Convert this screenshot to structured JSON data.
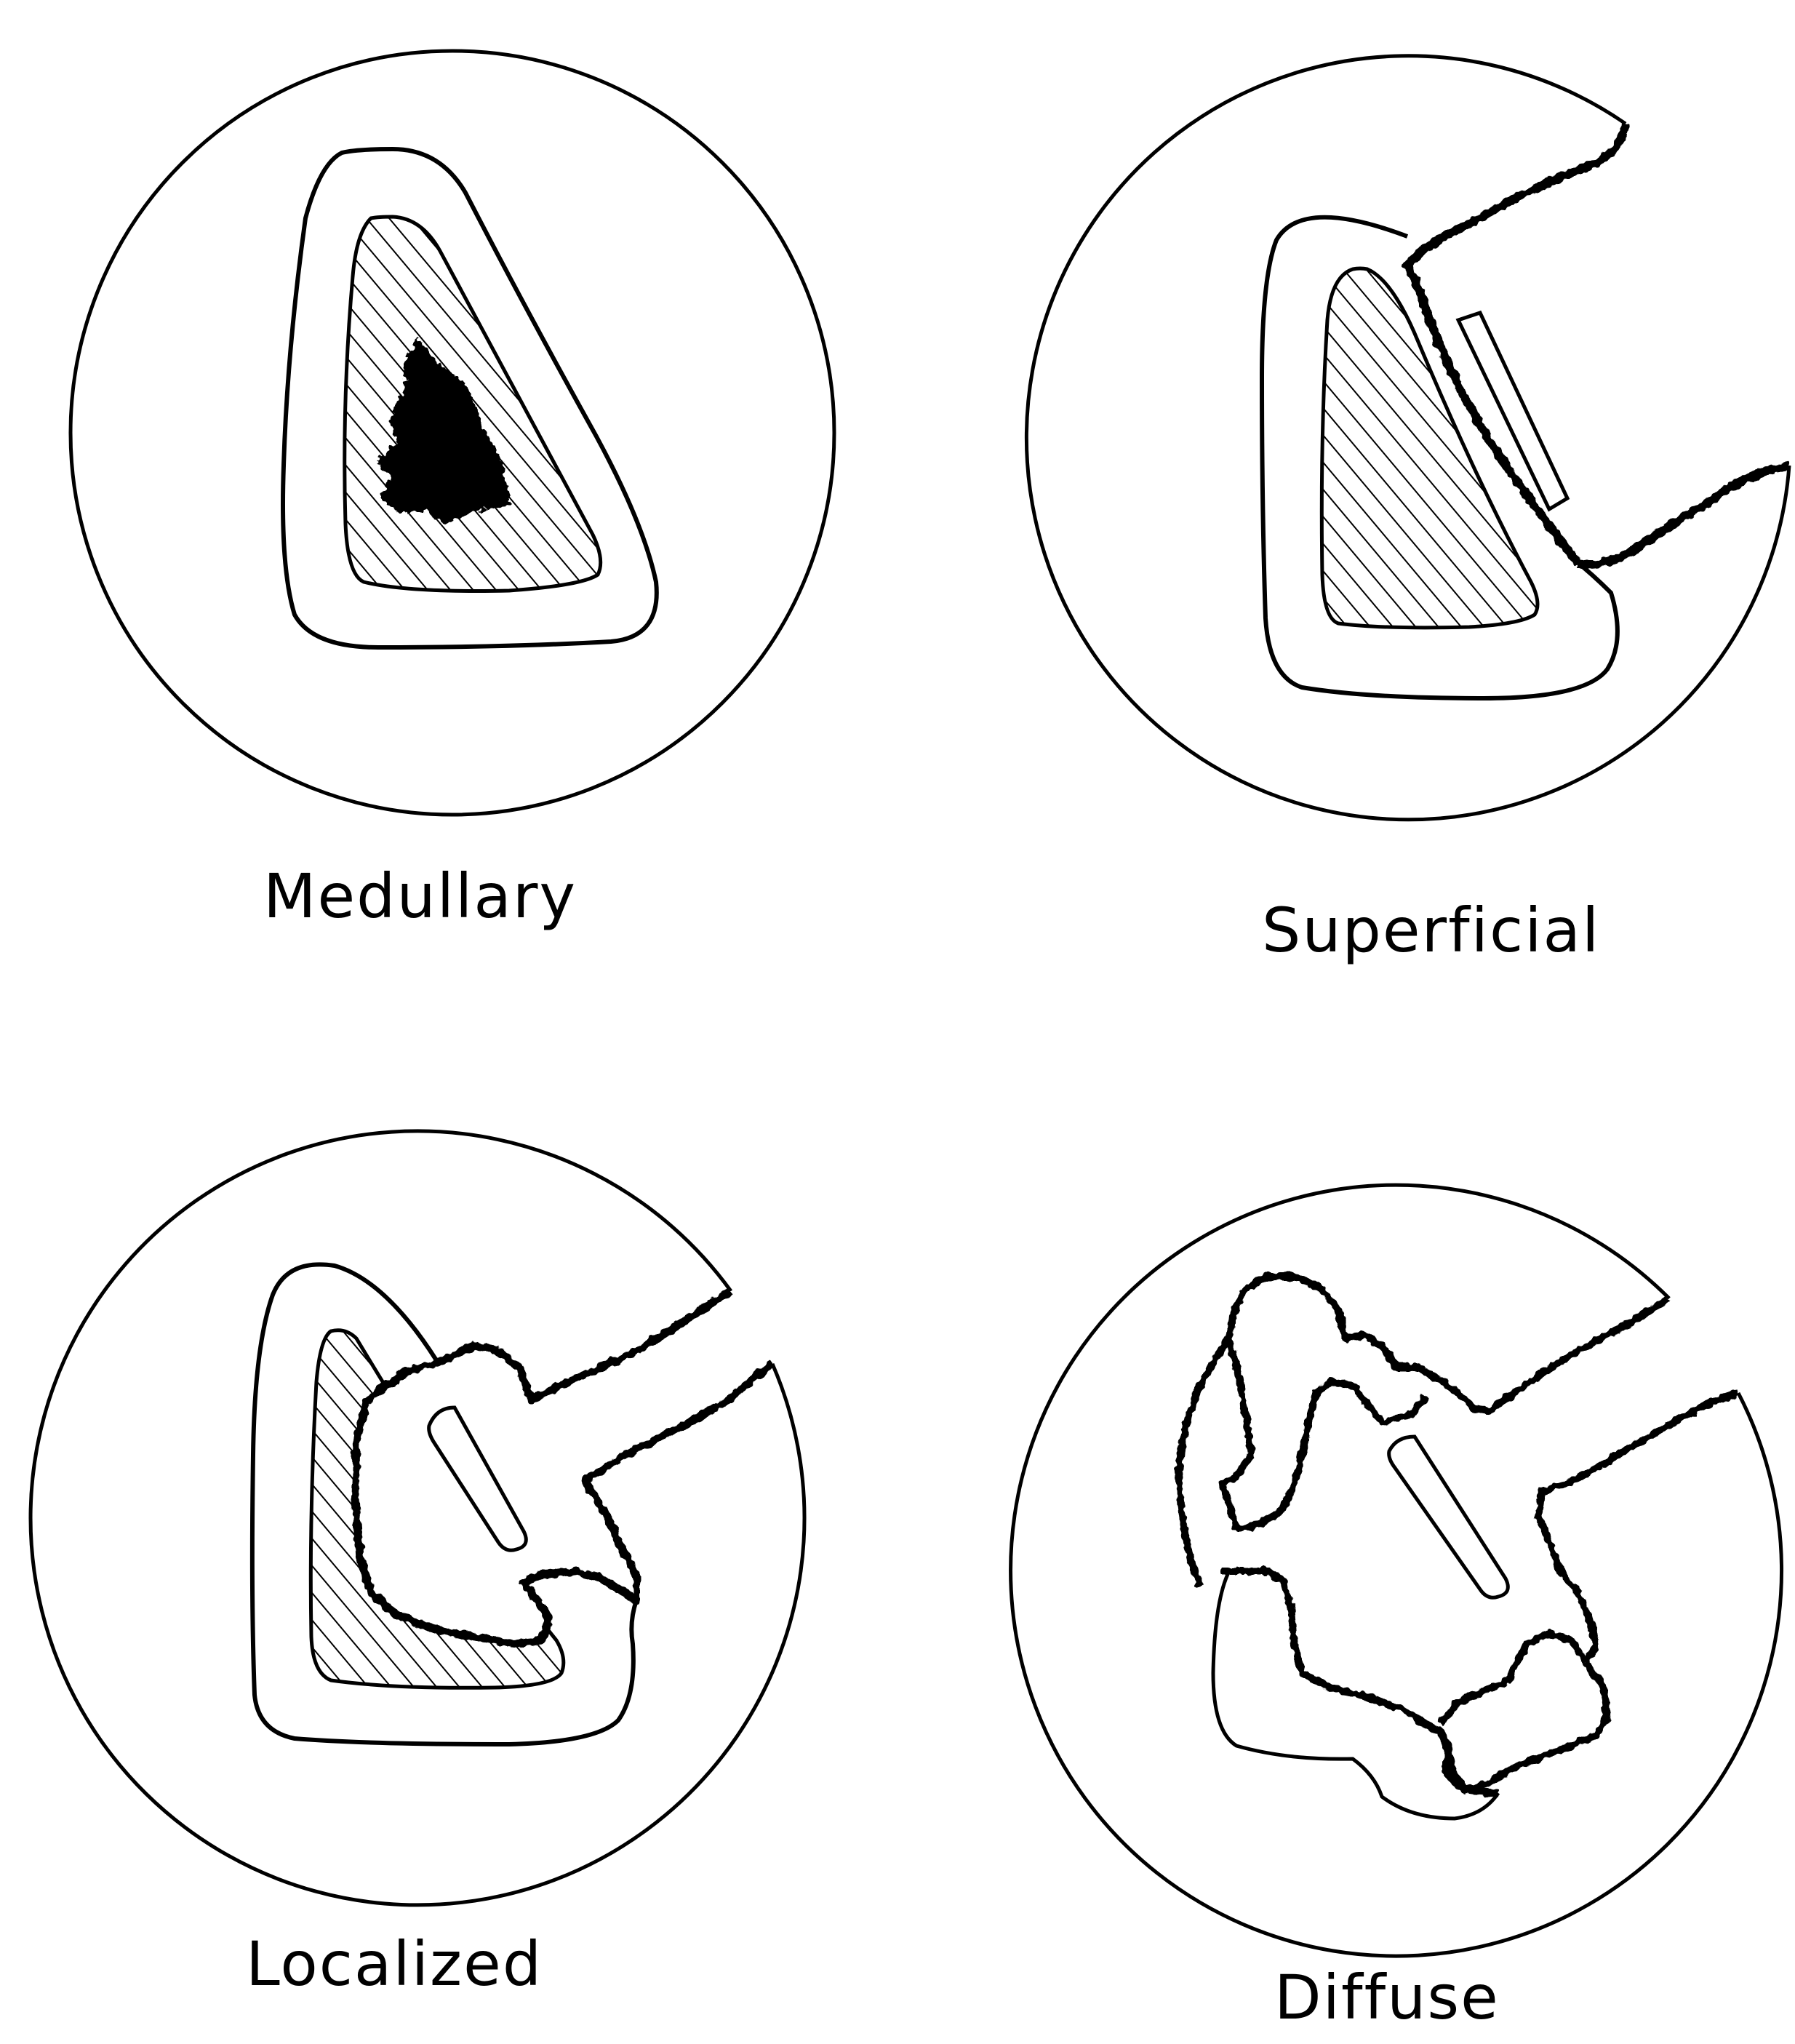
{
  "figure": {
    "panels": [
      {
        "id": "medullary",
        "label": "Medullary"
      },
      {
        "id": "superficial",
        "label": "Superficial"
      },
      {
        "id": "localized",
        "label": "Localized"
      },
      {
        "id": "diffuse",
        "label": "Diffuse"
      }
    ],
    "colors": {
      "stroke": "#000000",
      "background": "#ffffff",
      "hatch": "#000000"
    }
  }
}
